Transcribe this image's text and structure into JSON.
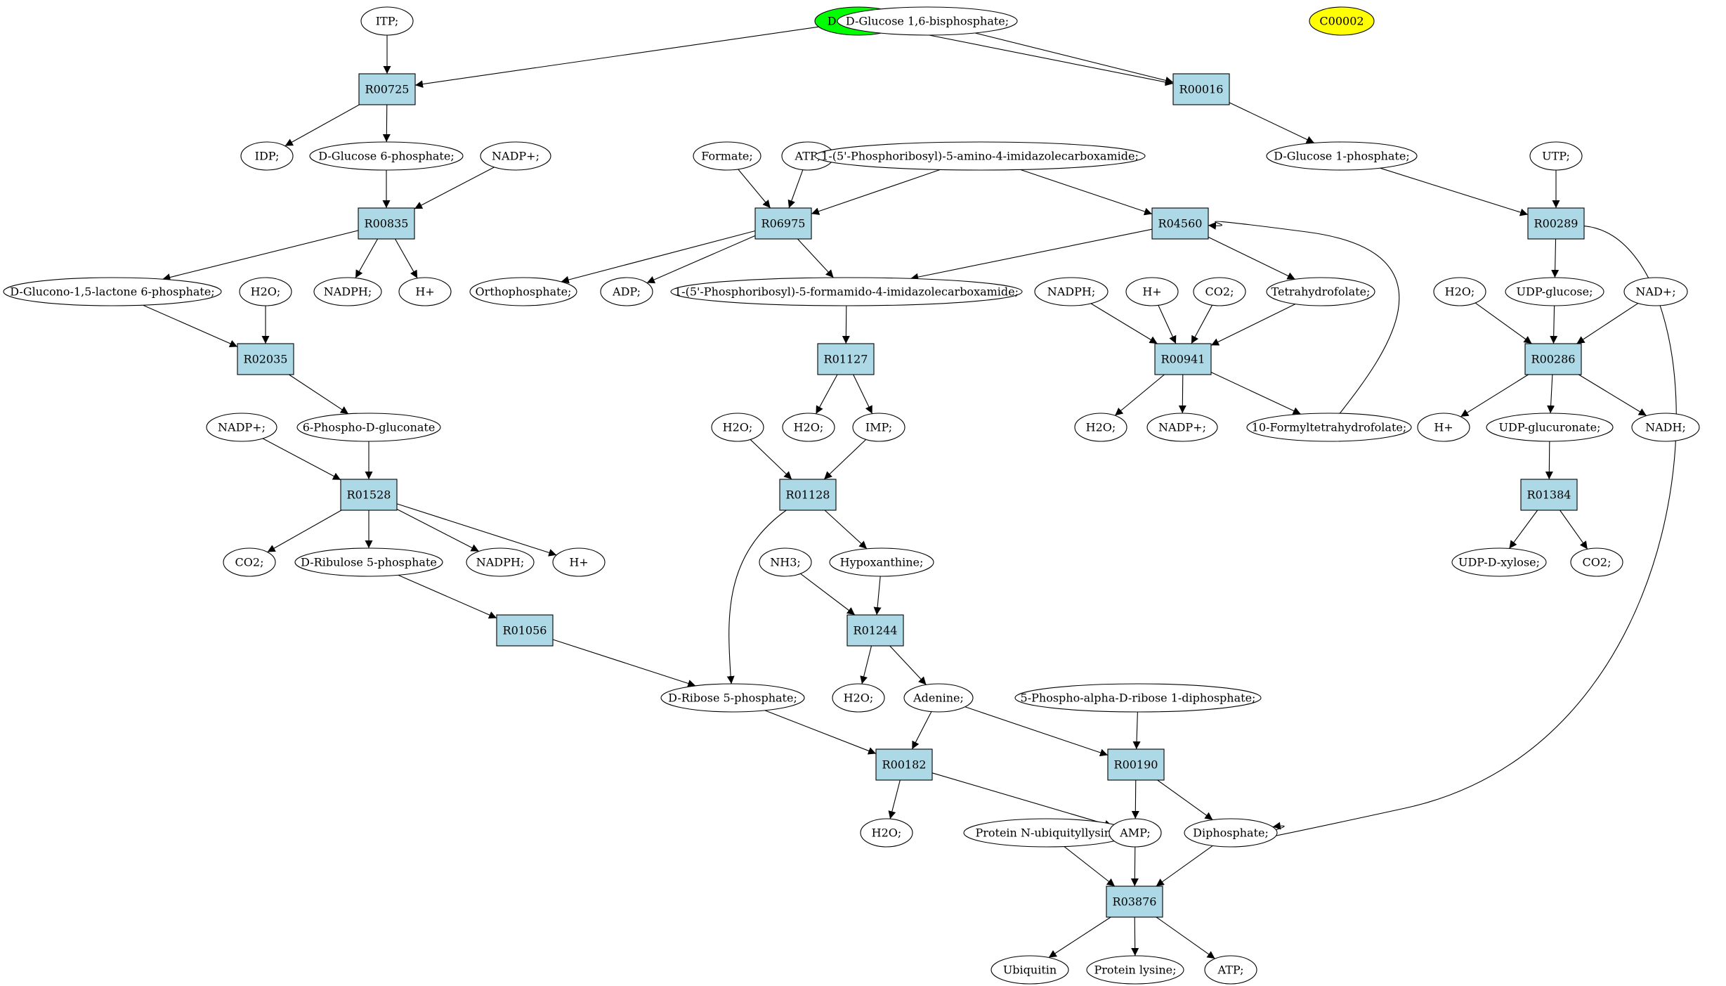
{
  "colors": {
    "reaction_fill": "#add8e6",
    "compound_fill": "#ffffff",
    "highlight_green": "#00ff00",
    "highlight_yellow": "#ffff00",
    "stroke": "#000000"
  },
  "nodes": [
    {
      "id": "itp",
      "label": "ITP;",
      "kind": "compound"
    },
    {
      "id": "glucose",
      "label": "D-Glucose;",
      "kind": "compound",
      "fill": "#00ff00"
    },
    {
      "id": "g16bp",
      "label": "D-Glucose 1,6-bisphosphate;",
      "kind": "compound"
    },
    {
      "id": "c00002",
      "label": "C00002",
      "kind": "compound",
      "fill": "#ffff00"
    },
    {
      "id": "r00725",
      "label": "R00725",
      "kind": "reaction"
    },
    {
      "id": "r00016",
      "label": "R00016",
      "kind": "reaction"
    },
    {
      "id": "idp",
      "label": "IDP;",
      "kind": "compound"
    },
    {
      "id": "g6p",
      "label": "D-Glucose 6-phosphate;",
      "kind": "compound"
    },
    {
      "id": "nadp1",
      "label": "NADP+;",
      "kind": "compound"
    },
    {
      "id": "formate",
      "label": "Formate;",
      "kind": "compound"
    },
    {
      "id": "atp1",
      "label": "ATP;",
      "kind": "compound"
    },
    {
      "id": "aicar",
      "label": "1-(5'-Phosphoribosyl)-5-amino-4-imidazolecarboxamide;",
      "kind": "compound"
    },
    {
      "id": "g1p",
      "label": "D-Glucose 1-phosphate;",
      "kind": "compound"
    },
    {
      "id": "utp",
      "label": "UTP;",
      "kind": "compound"
    },
    {
      "id": "r00835",
      "label": "R00835",
      "kind": "reaction"
    },
    {
      "id": "r06975",
      "label": "R06975",
      "kind": "reaction"
    },
    {
      "id": "r04560",
      "label": "R04560",
      "kind": "reaction"
    },
    {
      "id": "r00289",
      "label": "R00289",
      "kind": "reaction"
    },
    {
      "id": "gl6p",
      "label": "D-Glucono-1,5-lactone 6-phosphate;",
      "kind": "compound"
    },
    {
      "id": "h2o1",
      "label": "H2O;",
      "kind": "compound"
    },
    {
      "id": "nadph1",
      "label": "NADPH;",
      "kind": "compound"
    },
    {
      "id": "h1",
      "label": "H+",
      "kind": "compound"
    },
    {
      "id": "pi",
      "label": "Orthophosphate;",
      "kind": "compound"
    },
    {
      "id": "adp",
      "label": "ADP;",
      "kind": "compound"
    },
    {
      "id": "faicar",
      "label": "1-(5'-Phosphoribosyl)-5-formamido-4-imidazolecarboxamide;",
      "kind": "compound"
    },
    {
      "id": "nadph2",
      "label": "NADPH;",
      "kind": "compound"
    },
    {
      "id": "h2",
      "label": "H+",
      "kind": "compound"
    },
    {
      "id": "co2a",
      "label": "CO2;",
      "kind": "compound"
    },
    {
      "id": "thf",
      "label": "Tetrahydrofolate;",
      "kind": "compound"
    },
    {
      "id": "h2o2",
      "label": "H2O;",
      "kind": "compound"
    },
    {
      "id": "udpg",
      "label": "UDP-glucose;",
      "kind": "compound"
    },
    {
      "id": "nad",
      "label": "NAD+;",
      "kind": "compound"
    },
    {
      "id": "r02035",
      "label": "R02035",
      "kind": "reaction"
    },
    {
      "id": "r01127",
      "label": "R01127",
      "kind": "reaction"
    },
    {
      "id": "r00941",
      "label": "R00941",
      "kind": "reaction"
    },
    {
      "id": "r00286",
      "label": "R00286",
      "kind": "reaction"
    },
    {
      "id": "nadp2",
      "label": "NADP+;",
      "kind": "compound"
    },
    {
      "id": "pg6",
      "label": "6-Phospho-D-gluconate",
      "kind": "compound"
    },
    {
      "id": "h2o3",
      "label": "H2O;",
      "kind": "compound"
    },
    {
      "id": "h2o4",
      "label": "H2O;",
      "kind": "compound"
    },
    {
      "id": "imp",
      "label": "IMP;",
      "kind": "compound"
    },
    {
      "id": "h2o5",
      "label": "H2O;",
      "kind": "compound"
    },
    {
      "id": "nadp3",
      "label": "NADP+;",
      "kind": "compound"
    },
    {
      "id": "fthf",
      "label": "10-Formyltetrahydrofolate;",
      "kind": "compound"
    },
    {
      "id": "h3",
      "label": "H+",
      "kind": "compound"
    },
    {
      "id": "udpgluc",
      "label": "UDP-glucuronate;",
      "kind": "compound"
    },
    {
      "id": "nadh",
      "label": "NADH;",
      "kind": "compound"
    },
    {
      "id": "r01528",
      "label": "R01528",
      "kind": "reaction"
    },
    {
      "id": "r01128",
      "label": "R01128",
      "kind": "reaction"
    },
    {
      "id": "r01384",
      "label": "R01384",
      "kind": "reaction"
    },
    {
      "id": "co2b",
      "label": "CO2;",
      "kind": "compound"
    },
    {
      "id": "ru5p",
      "label": "D-Ribulose 5-phosphate",
      "kind": "compound"
    },
    {
      "id": "nadph3",
      "label": "NADPH;",
      "kind": "compound"
    },
    {
      "id": "h4",
      "label": "H+",
      "kind": "compound"
    },
    {
      "id": "nh3",
      "label": "NH3;",
      "kind": "compound"
    },
    {
      "id": "hypox",
      "label": "Hypoxanthine;",
      "kind": "compound"
    },
    {
      "id": "udpxyl",
      "label": "UDP-D-xylose;",
      "kind": "compound"
    },
    {
      "id": "co2c",
      "label": "CO2;",
      "kind": "compound"
    },
    {
      "id": "r01056",
      "label": "R01056",
      "kind": "reaction"
    },
    {
      "id": "r01244",
      "label": "R01244",
      "kind": "reaction"
    },
    {
      "id": "r5p",
      "label": "D-Ribose 5-phosphate;",
      "kind": "compound"
    },
    {
      "id": "h2o6",
      "label": "H2O;",
      "kind": "compound"
    },
    {
      "id": "adenine",
      "label": "Adenine;",
      "kind": "compound"
    },
    {
      "id": "prpp",
      "label": "5-Phospho-alpha-D-ribose 1-diphosphate;",
      "kind": "compound"
    },
    {
      "id": "r00182",
      "label": "R00182",
      "kind": "reaction"
    },
    {
      "id": "r00190",
      "label": "R00190",
      "kind": "reaction"
    },
    {
      "id": "h2o7",
      "label": "H2O;",
      "kind": "compound"
    },
    {
      "id": "pnub",
      "label": "Protein N-ubiquityllysine",
      "kind": "compound"
    },
    {
      "id": "amp",
      "label": "AMP;",
      "kind": "compound"
    },
    {
      "id": "ppi",
      "label": "Diphosphate;",
      "kind": "compound"
    },
    {
      "id": "r03876",
      "label": "R03876",
      "kind": "reaction"
    },
    {
      "id": "ubiq",
      "label": "Ubiquitin",
      "kind": "compound"
    },
    {
      "id": "plys",
      "label": "Protein lysine;",
      "kind": "compound"
    },
    {
      "id": "atp2",
      "label": "ATP;",
      "kind": "compound"
    }
  ],
  "edges": [
    [
      "itp",
      "r00725"
    ],
    [
      "glucose",
      "r00725"
    ],
    [
      "glucose",
      "r00016"
    ],
    [
      "g16bp",
      "r00016"
    ],
    [
      "r00725",
      "idp"
    ],
    [
      "r00725",
      "g6p"
    ],
    [
      "r00016",
      "g1p"
    ],
    [
      "g6p",
      "r00835"
    ],
    [
      "nadp1",
      "r00835"
    ],
    [
      "r00835",
      "gl6p"
    ],
    [
      "r00835",
      "nadph1"
    ],
    [
      "r00835",
      "h1"
    ],
    [
      "formate",
      "r06975"
    ],
    [
      "atp1",
      "r06975"
    ],
    [
      "aicar",
      "r06975"
    ],
    [
      "aicar",
      "r04560"
    ],
    [
      "r06975",
      "pi"
    ],
    [
      "r06975",
      "adp"
    ],
    [
      "r06975",
      "faicar"
    ],
    [
      "r04560",
      "faicar"
    ],
    [
      "r04560",
      "thf"
    ],
    [
      "g1p",
      "r00289"
    ],
    [
      "utp",
      "r00289"
    ],
    [
      "r00289",
      "udpg"
    ],
    [
      "r00289",
      "ppi"
    ],
    [
      "gl6p",
      "r02035"
    ],
    [
      "h2o1",
      "r02035"
    ],
    [
      "r02035",
      "pg6"
    ],
    [
      "faicar",
      "r01127"
    ],
    [
      "r01127",
      "h2o4"
    ],
    [
      "r01127",
      "imp"
    ],
    [
      "nadph2",
      "r00941"
    ],
    [
      "h2",
      "r00941"
    ],
    [
      "co2a",
      "r00941"
    ],
    [
      "thf",
      "r00941"
    ],
    [
      "r00941",
      "h2o5"
    ],
    [
      "r00941",
      "nadp3"
    ],
    [
      "r00941",
      "fthf"
    ],
    [
      "fthf",
      "r04560"
    ],
    [
      "h2o2",
      "r00286"
    ],
    [
      "udpg",
      "r00286"
    ],
    [
      "nad",
      "r00286"
    ],
    [
      "r00286",
      "h3"
    ],
    [
      "r00286",
      "udpgluc"
    ],
    [
      "r00286",
      "nadh"
    ],
    [
      "nadp2",
      "r01528"
    ],
    [
      "pg6",
      "r01528"
    ],
    [
      "r01528",
      "co2b"
    ],
    [
      "r01528",
      "ru5p"
    ],
    [
      "r01528",
      "nadph3"
    ],
    [
      "r01528",
      "h4"
    ],
    [
      "h2o3",
      "r01128"
    ],
    [
      "imp",
      "r01128"
    ],
    [
      "r01128",
      "hypox"
    ],
    [
      "r01128",
      "r5p"
    ],
    [
      "udpgluc",
      "r01384"
    ],
    [
      "r01384",
      "udpxyl"
    ],
    [
      "r01384",
      "co2c"
    ],
    [
      "ru5p",
      "r01056"
    ],
    [
      "r01056",
      "r5p"
    ],
    [
      "nh3",
      "r01244"
    ],
    [
      "hypox",
      "r01244"
    ],
    [
      "r01244",
      "h2o6"
    ],
    [
      "r01244",
      "adenine"
    ],
    [
      "r5p",
      "r00182"
    ],
    [
      "adenine",
      "r00182"
    ],
    [
      "adenine",
      "r00190"
    ],
    [
      "prpp",
      "r00190"
    ],
    [
      "r00182",
      "h2o7"
    ],
    [
      "r00182",
      "amp"
    ],
    [
      "r00190",
      "amp"
    ],
    [
      "r00190",
      "ppi"
    ],
    [
      "pnub",
      "r03876"
    ],
    [
      "amp",
      "r03876"
    ],
    [
      "ppi",
      "r03876"
    ],
    [
      "r03876",
      "ubiq"
    ],
    [
      "r03876",
      "plys"
    ],
    [
      "r03876",
      "atp2"
    ]
  ]
}
